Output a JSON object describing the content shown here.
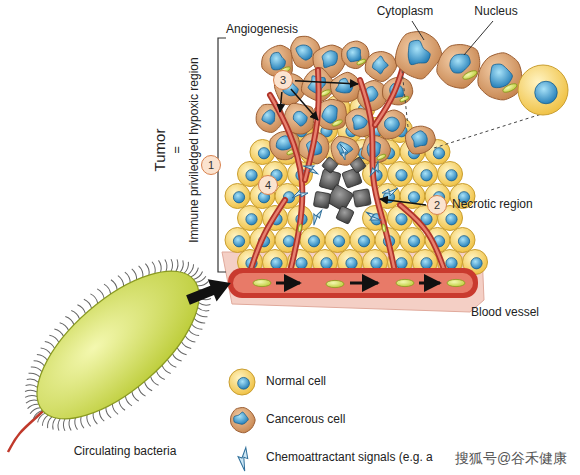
{
  "diagram": {
    "nodes": [
      {
        "text": [
          "3"
        ]
      },
      {
        "text": [
          "1"
        ]
      },
      {
        "text": [
          "4"
        ]
      },
      {
        "text": [
          "2"
        ]
      }
    ],
    "labels": [
      "Cytoplasm",
      "Nucleus",
      "Angiogenesis",
      "Tumor",
      "=",
      "Immune priviledged hypoxic region",
      "Necrotic region",
      "Blood vessel",
      "Circulating bacteria",
      "搜狐号@谷禾健康"
    ],
    "legend": [
      {
        "text": "Normal cell"
      },
      {
        "text": "Cancerous cell"
      },
      {
        "text": "Chemoattractant signals (e.g. a"
      }
    ]
  }
}
